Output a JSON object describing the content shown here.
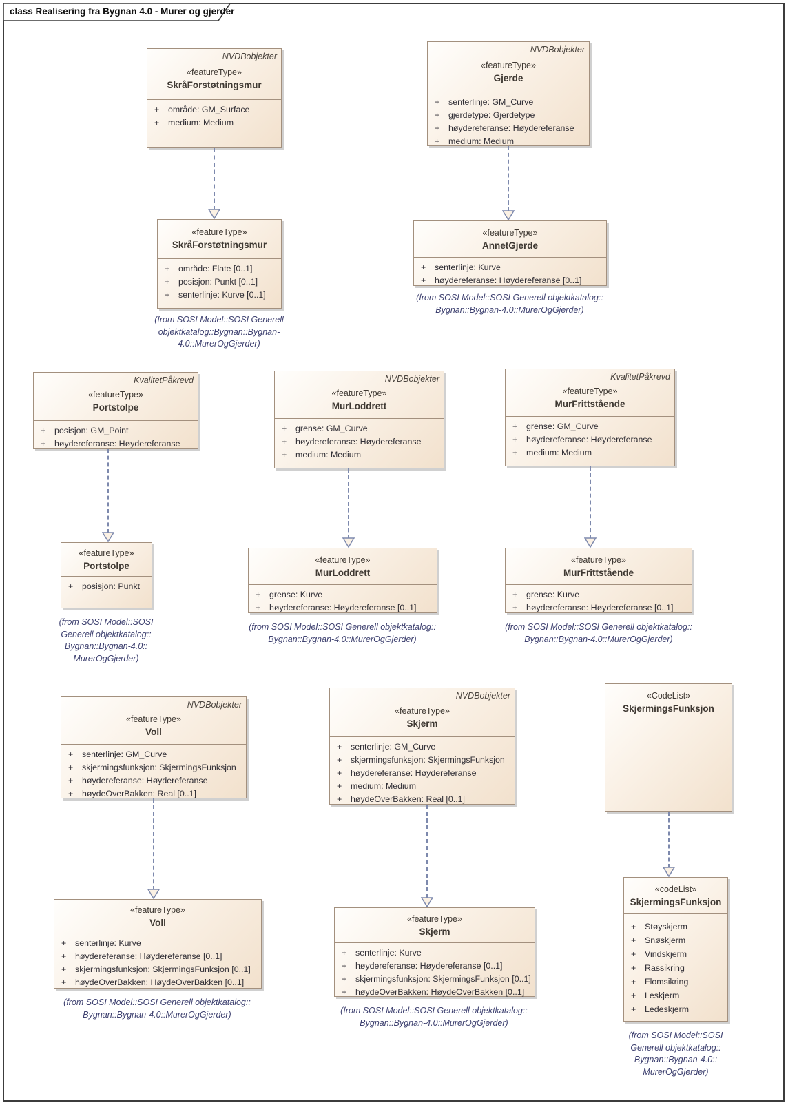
{
  "title": "class Realisering fra Bygnan 4.0 - Murer og gjerder",
  "colors": {
    "box_fill_light": "#fffefc",
    "box_fill_dark": "#f2e1cd",
    "box_border": "#a3907e",
    "connector": "#7d89ad",
    "caption_text": "#3e4170",
    "frame_border": "#3c3c3c"
  },
  "classes": [
    {
      "tagline": "NVDBobjekter",
      "stereotype": "«featureType»",
      "name": "SkråForstøtningsmur",
      "attributes": [
        {
          "vis": "+",
          "text": "område: GM_Surface"
        },
        {
          "vis": "+",
          "text": "medium: Medium"
        }
      ]
    },
    {
      "tagline": "NVDBobjekter",
      "stereotype": "«featureType»",
      "name": "Gjerde",
      "attributes": [
        {
          "vis": "+",
          "text": "senterlinje: GM_Curve"
        },
        {
          "vis": "+",
          "text": "gjerdetype: Gjerdetype"
        },
        {
          "vis": "+",
          "text": "høydereferanse: Høydereferanse"
        },
        {
          "vis": "+",
          "text": "medium: Medium"
        }
      ]
    },
    {
      "stereotype": "«featureType»",
      "name": "SkråForstøtningsmur",
      "attributes": [
        {
          "vis": "+",
          "text": "område: Flate [0..1]"
        },
        {
          "vis": "+",
          "text": "posisjon: Punkt [0..1]"
        },
        {
          "vis": "+",
          "text": "senterlinje: Kurve [0..1]"
        }
      ],
      "caption": [
        "(from SOSI Model::SOSI Generell",
        "objektkatalog::Bygnan::Bygnan-",
        "4.0::MurerOgGjerder)"
      ]
    },
    {
      "stereotype": "«featureType»",
      "name": "AnnetGjerde",
      "attributes": [
        {
          "vis": "+",
          "text": "senterlinje: Kurve"
        },
        {
          "vis": "+",
          "text": "høydereferanse: Høydereferanse [0..1]"
        }
      ],
      "caption": [
        "(from SOSI Model::SOSI Generell objektkatalog::",
        "Bygnan::Bygnan-4.0::MurerOgGjerder)"
      ]
    },
    {
      "tagline": "KvalitetPåkrevd",
      "stereotype": "«featureType»",
      "name": "Portstolpe",
      "attributes": [
        {
          "vis": "+",
          "text": "posisjon: GM_Point"
        },
        {
          "vis": "+",
          "text": "høydereferanse: Høydereferanse"
        }
      ]
    },
    {
      "tagline": "NVDBobjekter",
      "stereotype": "«featureType»",
      "name": "MurLoddrett",
      "attributes": [
        {
          "vis": "+",
          "text": "grense: GM_Curve"
        },
        {
          "vis": "+",
          "text": "høydereferanse: Høydereferanse"
        },
        {
          "vis": "+",
          "text": "medium: Medium"
        }
      ]
    },
    {
      "tagline": "KvalitetPåkrevd",
      "stereotype": "«featureType»",
      "name": "MurFrittstående",
      "attributes": [
        {
          "vis": "+",
          "text": "grense: GM_Curve"
        },
        {
          "vis": "+",
          "text": "høydereferanse: Høydereferanse"
        },
        {
          "vis": "+",
          "text": "medium: Medium"
        }
      ]
    },
    {
      "stereotype": "«featureType»",
      "name": "Portstolpe",
      "attributes": [
        {
          "vis": "+",
          "text": "posisjon: Punkt"
        }
      ],
      "caption": [
        "(from SOSI Model::SOSI",
        "Generell objektkatalog::",
        "Bygnan::Bygnan-4.0::",
        "MurerOgGjerder)"
      ]
    },
    {
      "stereotype": "«featureType»",
      "name": "MurLoddrett",
      "attributes": [
        {
          "vis": "+",
          "text": "grense: Kurve"
        },
        {
          "vis": "+",
          "text": "høydereferanse: Høydereferanse [0..1]"
        }
      ],
      "caption": [
        "(from SOSI Model::SOSI Generell objektkatalog::",
        "Bygnan::Bygnan-4.0::MurerOgGjerder)"
      ]
    },
    {
      "stereotype": "«featureType»",
      "name": "MurFrittstående",
      "attributes": [
        {
          "vis": "+",
          "text": "grense: Kurve"
        },
        {
          "vis": "+",
          "text": "høydereferanse: Høydereferanse [0..1]"
        }
      ],
      "caption": [
        "(from SOSI Model::SOSI Generell objektkatalog::",
        "Bygnan::Bygnan-4.0::MurerOgGjerder)"
      ]
    },
    {
      "tagline": "NVDBobjekter",
      "stereotype": "«featureType»",
      "name": "Voll",
      "attributes": [
        {
          "vis": "+",
          "text": "senterlinje: GM_Curve"
        },
        {
          "vis": "+",
          "text": "skjermingsfunksjon: SkjermingsFunksjon"
        },
        {
          "vis": "+",
          "text": "høydereferanse: Høydereferanse"
        },
        {
          "vis": "+",
          "text": "høydeOverBakken: Real [0..1]"
        }
      ]
    },
    {
      "tagline": "NVDBobjekter",
      "stereotype": "«featureType»",
      "name": "Skjerm",
      "attributes": [
        {
          "vis": "+",
          "text": "senterlinje: GM_Curve"
        },
        {
          "vis": "+",
          "text": "skjermingsfunksjon: SkjermingsFunksjon"
        },
        {
          "vis": "+",
          "text": "høydereferanse: Høydereferanse"
        },
        {
          "vis": "+",
          "text": "medium: Medium"
        },
        {
          "vis": "+",
          "text": "høydeOverBakken: Real [0..1]"
        }
      ]
    },
    {
      "stereotype": "«CodeList»",
      "name": "SkjermingsFunksjon",
      "attributes": []
    },
    {
      "stereotype": "«featureType»",
      "name": "Voll",
      "attributes": [
        {
          "vis": "+",
          "text": "senterlinje: Kurve"
        },
        {
          "vis": "+",
          "text": "høydereferanse: Høydereferanse [0..1]"
        },
        {
          "vis": "+",
          "text": "skjermingsfunksjon: SkjermingsFunksjon [0..1]"
        },
        {
          "vis": "+",
          "text": "høydeOverBakken: HøydeOverBakken [0..1]"
        }
      ],
      "caption": [
        "(from SOSI Model::SOSI Generell objektkatalog::",
        "Bygnan::Bygnan-4.0::MurerOgGjerder)"
      ]
    },
    {
      "stereotype": "«featureType»",
      "name": "Skjerm",
      "attributes": [
        {
          "vis": "+",
          "text": "senterlinje: Kurve"
        },
        {
          "vis": "+",
          "text": "høydereferanse: Høydereferanse [0..1]"
        },
        {
          "vis": "+",
          "text": "skjermingsfunksjon: SkjermingsFunksjon [0..1]"
        },
        {
          "vis": "+",
          "text": "høydeOverBakken: HøydeOverBakken [0..1]"
        }
      ],
      "caption": [
        "(from SOSI Model::SOSI Generell objektkatalog::",
        "Bygnan::Bygnan-4.0::MurerOgGjerder)"
      ]
    },
    {
      "stereotype": "«codeList»",
      "name": "SkjermingsFunksjon",
      "attributes": [
        {
          "vis": "+",
          "text": "Støyskjerm"
        },
        {
          "vis": "+",
          "text": "Snøskjerm"
        },
        {
          "vis": "+",
          "text": "Vindskjerm"
        },
        {
          "vis": "+",
          "text": "Rassikring"
        },
        {
          "vis": "+",
          "text": "Flomsikring"
        },
        {
          "vis": "+",
          "text": "Leskjerm"
        },
        {
          "vis": "+",
          "text": "Ledeskjerm"
        }
      ],
      "caption": [
        "(from SOSI Model::SOSI",
        "Generell objektkatalog::",
        "Bygnan::Bygnan-4.0::",
        "MurerOgGjerder)"
      ]
    }
  ]
}
